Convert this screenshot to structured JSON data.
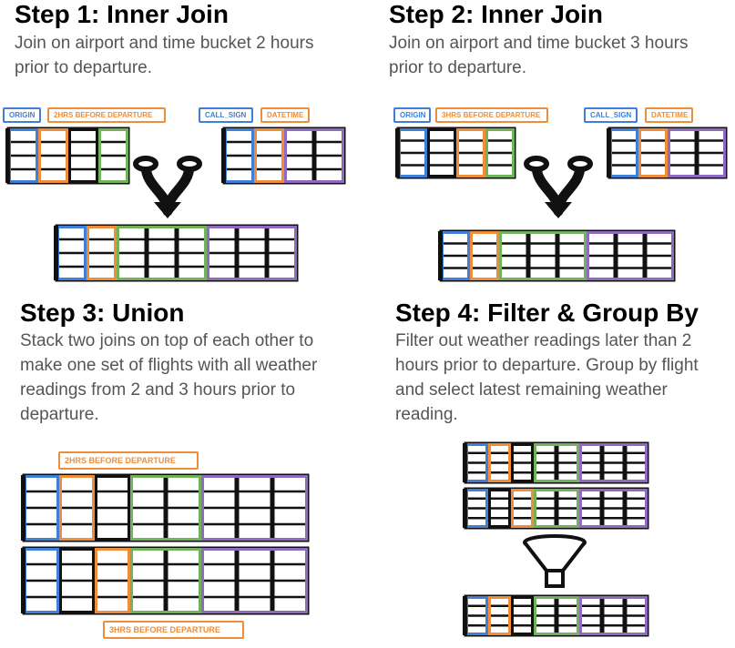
{
  "step1": {
    "title": "Step 1: Inner Join",
    "description": "Join on airport and time bucket 2 hours prior to departure."
  },
  "step2": {
    "title": "Step 2: Inner Join",
    "description": "Join on airport and time bucket 3 hours prior to departure."
  },
  "step3": {
    "title": "Step 3: Union",
    "description": "Stack two joins on top of each other to make one set of flights with all weather readings from 2 and 3 hours prior to departure."
  },
  "step4": {
    "title": "Step 4: Filter & Group By",
    "description": "Filter out weather readings later than 2 hours prior to departure. Group by flight and select latest remaining weather reading."
  },
  "labels": {
    "origin": "ORIGIN",
    "two_hrs_before": "2HRS BEFORE DEPARTURE",
    "three_hrs_before": "3HRS BEFORE DEPARTURE",
    "call_sign": "CALL_SIGN",
    "datetime": "DATETIME"
  },
  "colors": {
    "blue": "#3f7fd8",
    "orange": "#ee8e3a",
    "green": "#72b25a",
    "purple": "#8e6bbf",
    "black": "#111111"
  }
}
